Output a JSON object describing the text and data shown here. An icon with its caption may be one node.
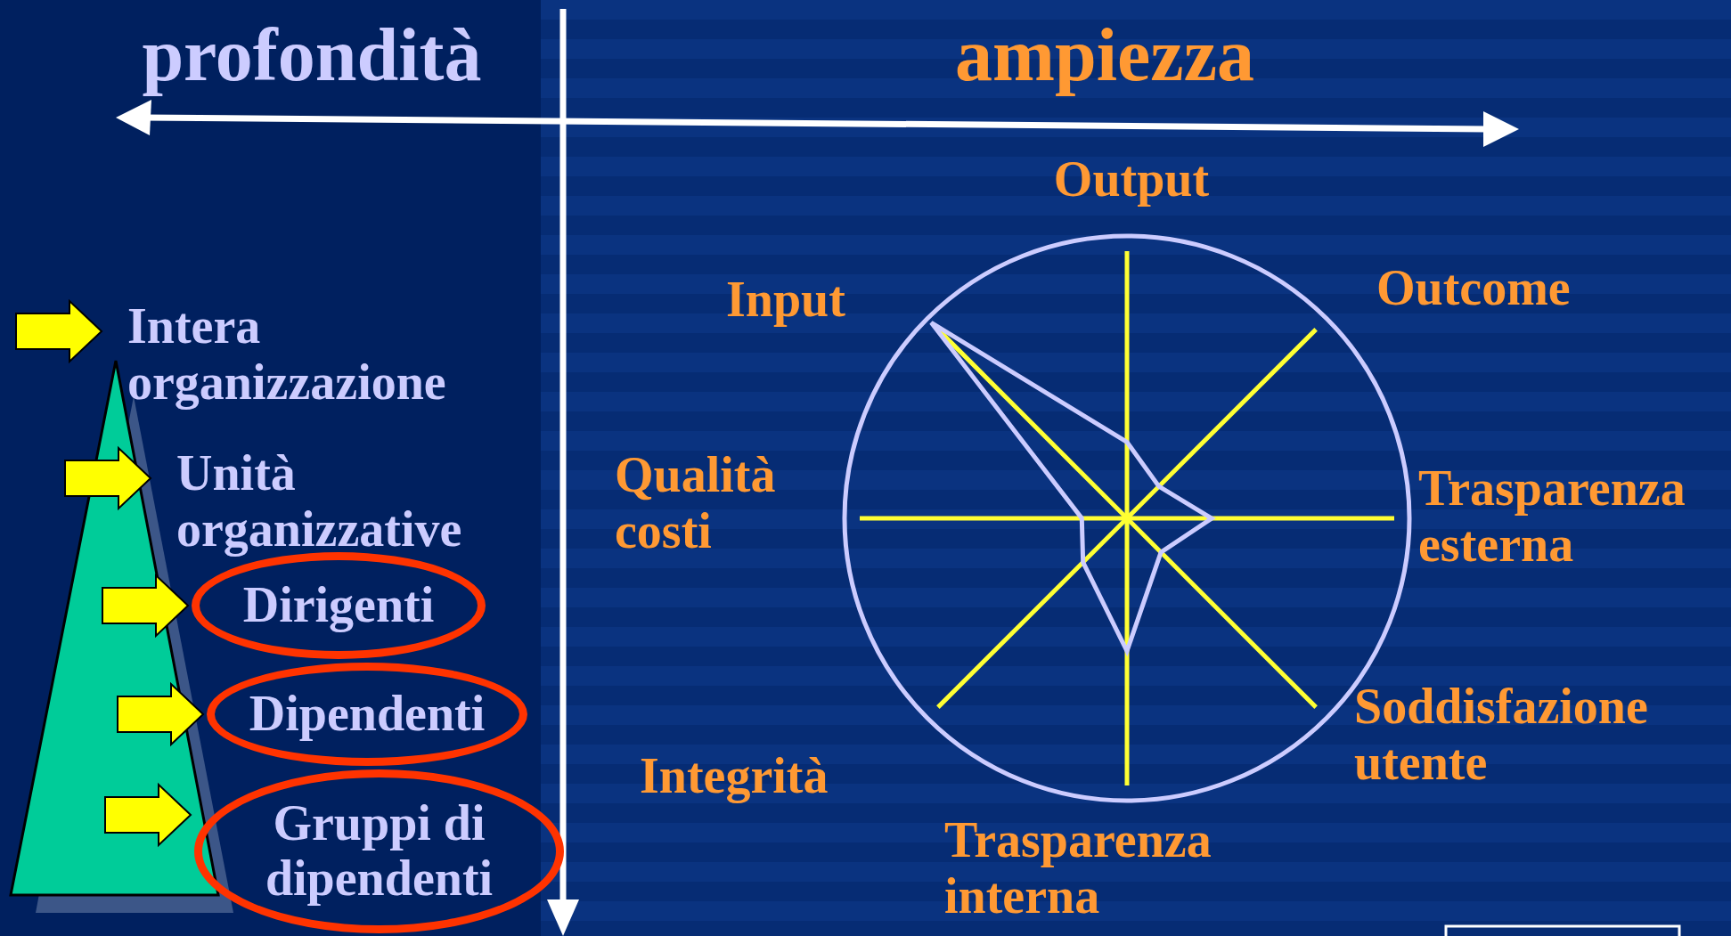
{
  "diagram": {
    "nodes": [
      {
        "text": [
          "Intera organizzazione"
        ]
      },
      {
        "text": [
          "Unità organizzative"
        ]
      },
      {
        "text": [
          "Dirigenti"
        ]
      },
      {
        "text": [
          "Dipendenti"
        ]
      },
      {
        "text": [
          "Gruppi di dipendenti"
        ]
      }
    ],
    "edges": [
      {
        "from": null,
        "to": 0,
        "arrow": "to"
      },
      {
        "from": null,
        "to": 1,
        "arrow": "to"
      },
      {
        "from": null,
        "to": 2,
        "arrow": "to"
      },
      {
        "from": null,
        "to": 3,
        "arrow": "to"
      },
      {
        "from": null,
        "to": 4,
        "arrow": "to"
      }
    ],
    "labels": [
      "profondità",
      "ampiezza",
      "Output",
      "Input",
      "Outcome",
      "Qualità costi",
      "Trasparenza esterna",
      "Soddisfazione utente",
      "Integrità",
      "Trasparenza interna"
    ]
  }
}
